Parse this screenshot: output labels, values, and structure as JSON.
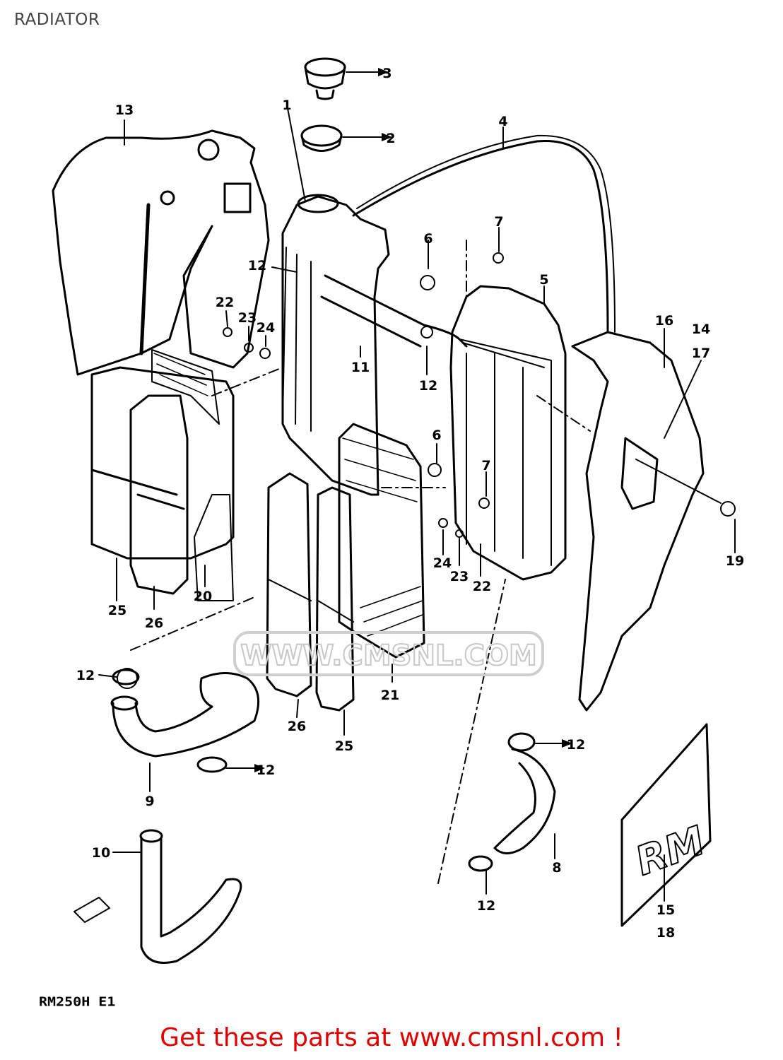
{
  "page": {
    "title": "RADIATOR"
  },
  "diagram": {
    "model_code": "RM250H E1",
    "watermark": "WWW.CMSNL.COM",
    "callouts": [
      {
        "id": "c3",
        "label": "3"
      },
      {
        "id": "c2",
        "label": "2"
      },
      {
        "id": "c1",
        "label": "1"
      },
      {
        "id": "c4",
        "label": "4"
      },
      {
        "id": "c13",
        "label": "13"
      },
      {
        "id": "c7a",
        "label": "7"
      },
      {
        "id": "c6a",
        "label": "6"
      },
      {
        "id": "c5",
        "label": "5"
      },
      {
        "id": "c12a",
        "label": "12"
      },
      {
        "id": "c22a",
        "label": "22"
      },
      {
        "id": "c23a",
        "label": "23"
      },
      {
        "id": "c24a",
        "label": "24"
      },
      {
        "id": "c11",
        "label": "11"
      },
      {
        "id": "c12b",
        "label": "12"
      },
      {
        "id": "c16",
        "label": "16"
      },
      {
        "id": "c14",
        "label": "14"
      },
      {
        "id": "c17",
        "label": "17"
      },
      {
        "id": "c6b",
        "label": "6"
      },
      {
        "id": "c7b",
        "label": "7"
      },
      {
        "id": "c19",
        "label": "19"
      },
      {
        "id": "c24b",
        "label": "24"
      },
      {
        "id": "c23b",
        "label": "23"
      },
      {
        "id": "c22b",
        "label": "22"
      },
      {
        "id": "c20",
        "label": "20"
      },
      {
        "id": "c25a",
        "label": "25"
      },
      {
        "id": "c26a",
        "label": "26"
      },
      {
        "id": "c21",
        "label": "21"
      },
      {
        "id": "c26b",
        "label": "26"
      },
      {
        "id": "c25b",
        "label": "25"
      },
      {
        "id": "c12c",
        "label": "12"
      },
      {
        "id": "c12d",
        "label": "12"
      },
      {
        "id": "c9",
        "label": "9"
      },
      {
        "id": "c12e",
        "label": "12"
      },
      {
        "id": "c8",
        "label": "8"
      },
      {
        "id": "c12f",
        "label": "12"
      },
      {
        "id": "c10",
        "label": "10"
      },
      {
        "id": "c15",
        "label": "15"
      },
      {
        "id": "c18",
        "label": "18"
      }
    ]
  },
  "footer": {
    "cta_text": "Get these parts at www.cmsnl.com !"
  },
  "colors": {
    "cta": "#e00000",
    "title": "#444444",
    "line": "#000000"
  }
}
